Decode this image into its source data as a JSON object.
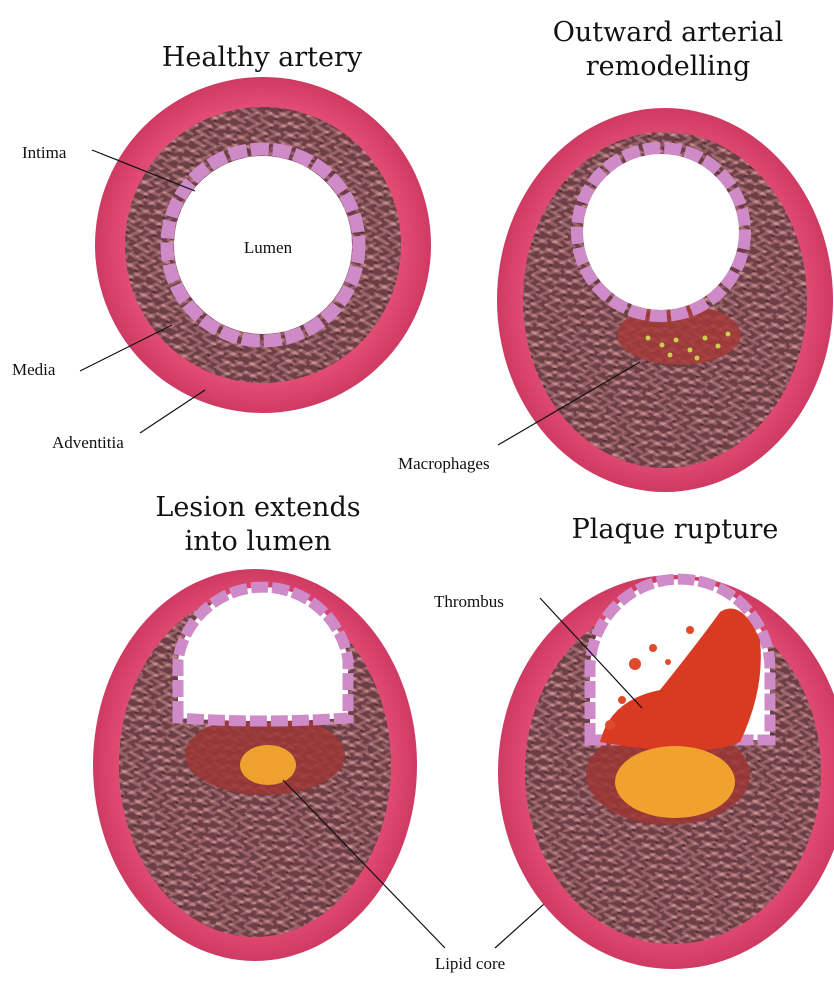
{
  "panels": [
    {
      "title_lines": [
        "Healthy artery"
      ]
    },
    {
      "title_lines": [
        "Outward arterial",
        "remodelling"
      ]
    },
    {
      "title_lines": [
        "Lesion extends",
        "into lumen"
      ]
    },
    {
      "title_lines": [
        "Plaque rupture"
      ]
    }
  ],
  "labels": {
    "intima": "Intima",
    "lumen": "Lumen",
    "media": "Media",
    "adventitia": "Adventitia",
    "macrophages": "Macrophages",
    "thrombus": "Thrombus",
    "lipid_core": "Lipid core"
  },
  "colors": {
    "adventitia": "#e24a73",
    "media": "#6e4148",
    "intima_cells": "#cc8ac4",
    "lumen": "#ffffff",
    "thrombus": "#d93a22",
    "lipid_core": "#f0a12e",
    "macrophages": "#b8c93a"
  }
}
